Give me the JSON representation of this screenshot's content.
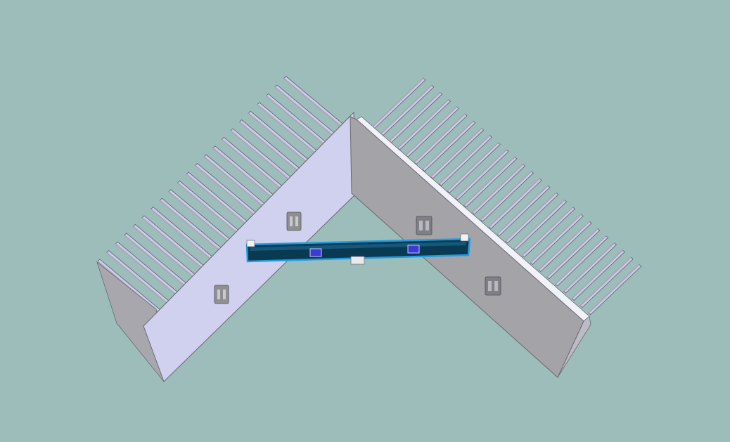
{
  "viewport": {
    "background": "#9dbdba"
  },
  "model": {
    "left_heatsink": {
      "fin_count": 22
    },
    "right_heatsink": {
      "fin_count": 27
    },
    "selected_part": "mounting-bracket"
  },
  "colors": {
    "fin_light": "#ccccee",
    "fin_shadow": "#a8a8b2",
    "base_light": "#d2d2ef",
    "base_dark": "#a3a3a8",
    "clip": "#8e8e93",
    "bracket_fill": "#0a3a52",
    "bracket_outline": "#1e9de0",
    "bracket_pad": "#3b3bcf"
  }
}
